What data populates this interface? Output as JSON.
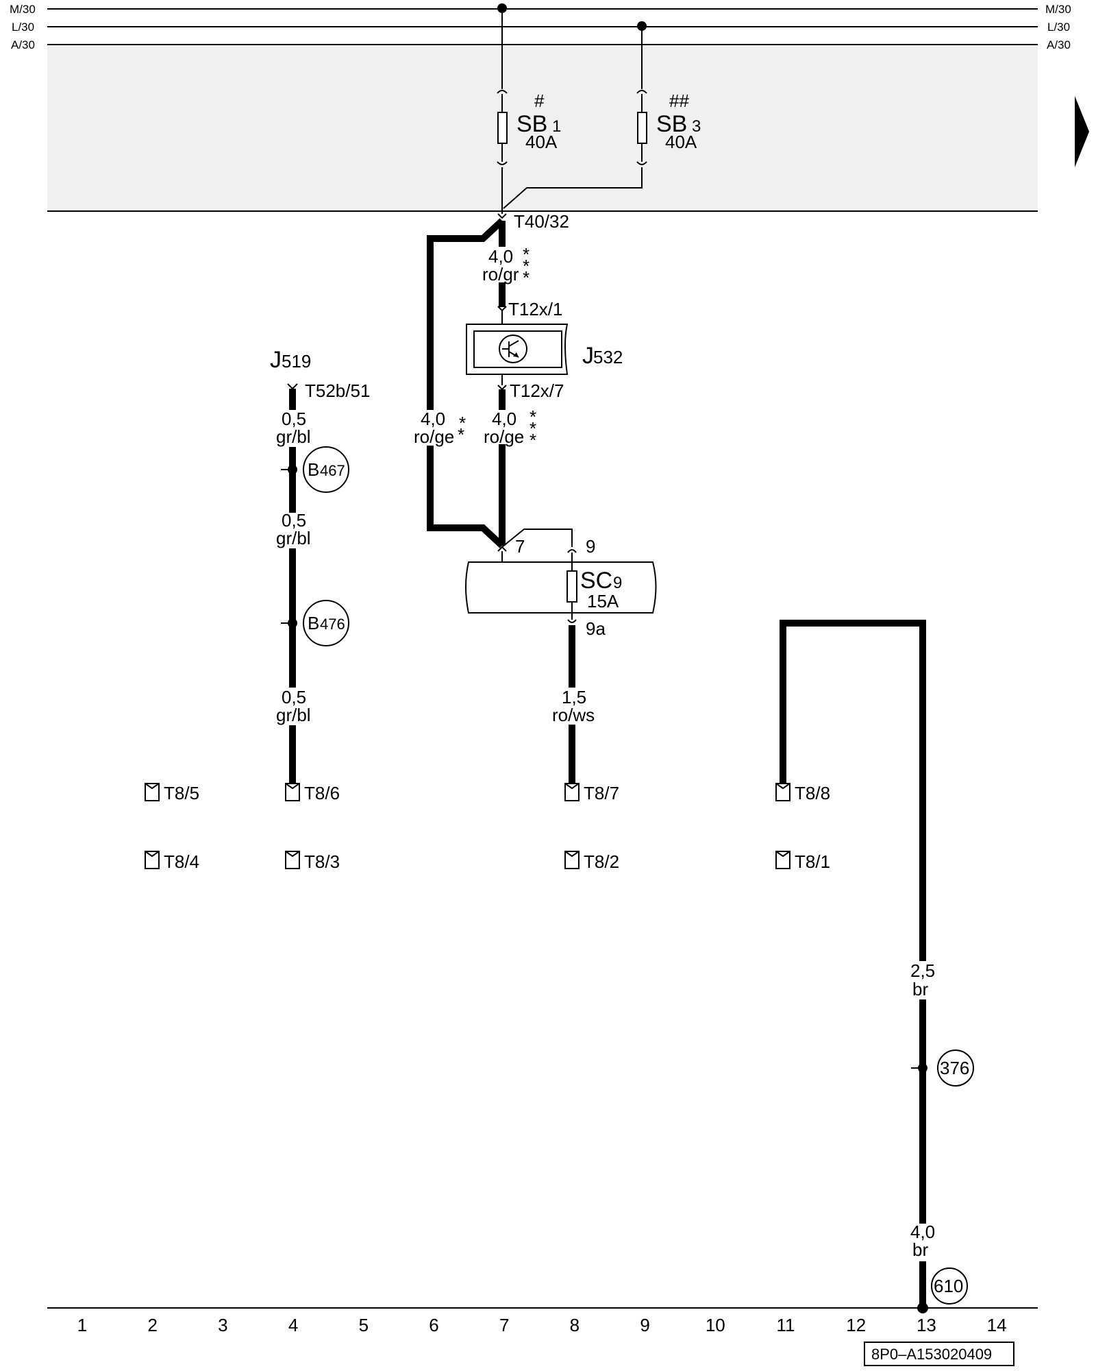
{
  "buses": {
    "m30": "M/30",
    "l30": "L/30",
    "a30": "A/30"
  },
  "fuses": {
    "sb1": {
      "mark": "#",
      "name": "SB",
      "num": "1",
      "rating": "40A"
    },
    "sb3": {
      "mark": "##",
      "name": "SB",
      "num": "3",
      "rating": "40A"
    },
    "sc9": {
      "name": "SC",
      "num": "9",
      "rating": "15A"
    }
  },
  "connectors": {
    "t40_32": "T40/32",
    "t12x_1": "T12x/1",
    "t12x_7": "T12x/7",
    "t52b_51": "T52b/51",
    "pin7": "7",
    "pin9": "9",
    "pin9a": "9a",
    "t8": [
      "T8/5",
      "T8/6",
      "T8/7",
      "T8/8",
      "T8/4",
      "T8/3",
      "T8/2",
      "T8/1"
    ]
  },
  "components": {
    "j519_main": "J",
    "j519_sub": "519",
    "j532_main": "J",
    "j532_sub": "532"
  },
  "wires": {
    "w_top": {
      "size": "4,0",
      "color": "ro/gr",
      "stars": "* * *"
    },
    "w_left": {
      "size": "4,0",
      "color": "ro/ge",
      "stars": "* *"
    },
    "w_mid": {
      "size": "4,0",
      "color": "ro/ge",
      "stars": "* * *"
    },
    "w_j519_1": {
      "size": "0,5",
      "color": "gr/bl"
    },
    "w_j519_2": {
      "size": "0,5",
      "color": "gr/bl"
    },
    "w_j519_3": {
      "size": "0,5",
      "color": "gr/bl"
    },
    "w_sc9": {
      "size": "1,5",
      "color": "ro/ws"
    },
    "w_br1": {
      "size": "2,5",
      "color": "br"
    },
    "w_br2": {
      "size": "4,0",
      "color": "br"
    }
  },
  "splices": {
    "b467_main": "B",
    "b467_sub": "467",
    "b476_main": "B",
    "b476_sub": "476",
    "s376": "376",
    "s610": "610"
  },
  "grid": [
    "1",
    "2",
    "3",
    "4",
    "5",
    "6",
    "7",
    "8",
    "9",
    "10",
    "11",
    "12",
    "13",
    "14"
  ],
  "drawing_code": "8P0–A153020409"
}
